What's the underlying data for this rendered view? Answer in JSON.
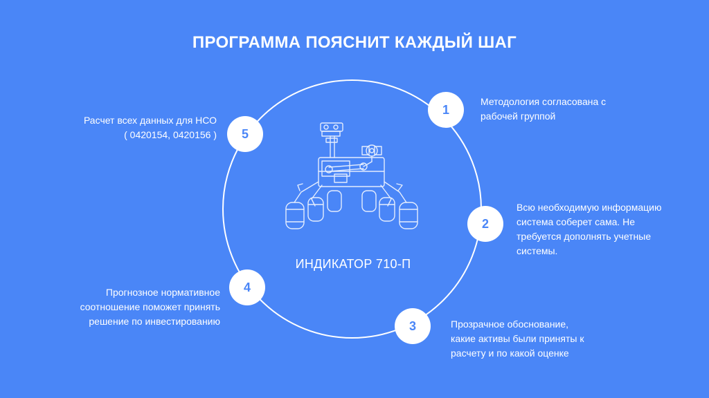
{
  "title": "ПРОГРАММА ПОЯСНИТ КАЖДЫЙ ШАГ",
  "center_label": "ИНДИКАТОР 710-П",
  "center_icon": "mars-rover-icon",
  "colors": {
    "background": "#4a86f7",
    "accent": "#4a86f7",
    "foreground": "#ffffff"
  },
  "steps": [
    {
      "number": "1",
      "lines": [
        "Методология согласована с",
        "рабочей группой"
      ]
    },
    {
      "number": "2",
      "lines": [
        "Всю необходимую информацию",
        "система соберет сама. Не",
        "требуется дополнять учетные",
        "системы."
      ]
    },
    {
      "number": "3",
      "lines": [
        "Прозрачное обоснование,",
        "какие активы были приняты к",
        "расчету и по какой оценке"
      ]
    },
    {
      "number": "4",
      "lines": [
        "Прогнозное нормативное",
        "соотношение поможет принять",
        "решение по инвестированию"
      ]
    },
    {
      "number": "5",
      "lines": [
        "Расчет всех данных для НСО",
        "( 0420154, 0420156 )"
      ]
    }
  ]
}
